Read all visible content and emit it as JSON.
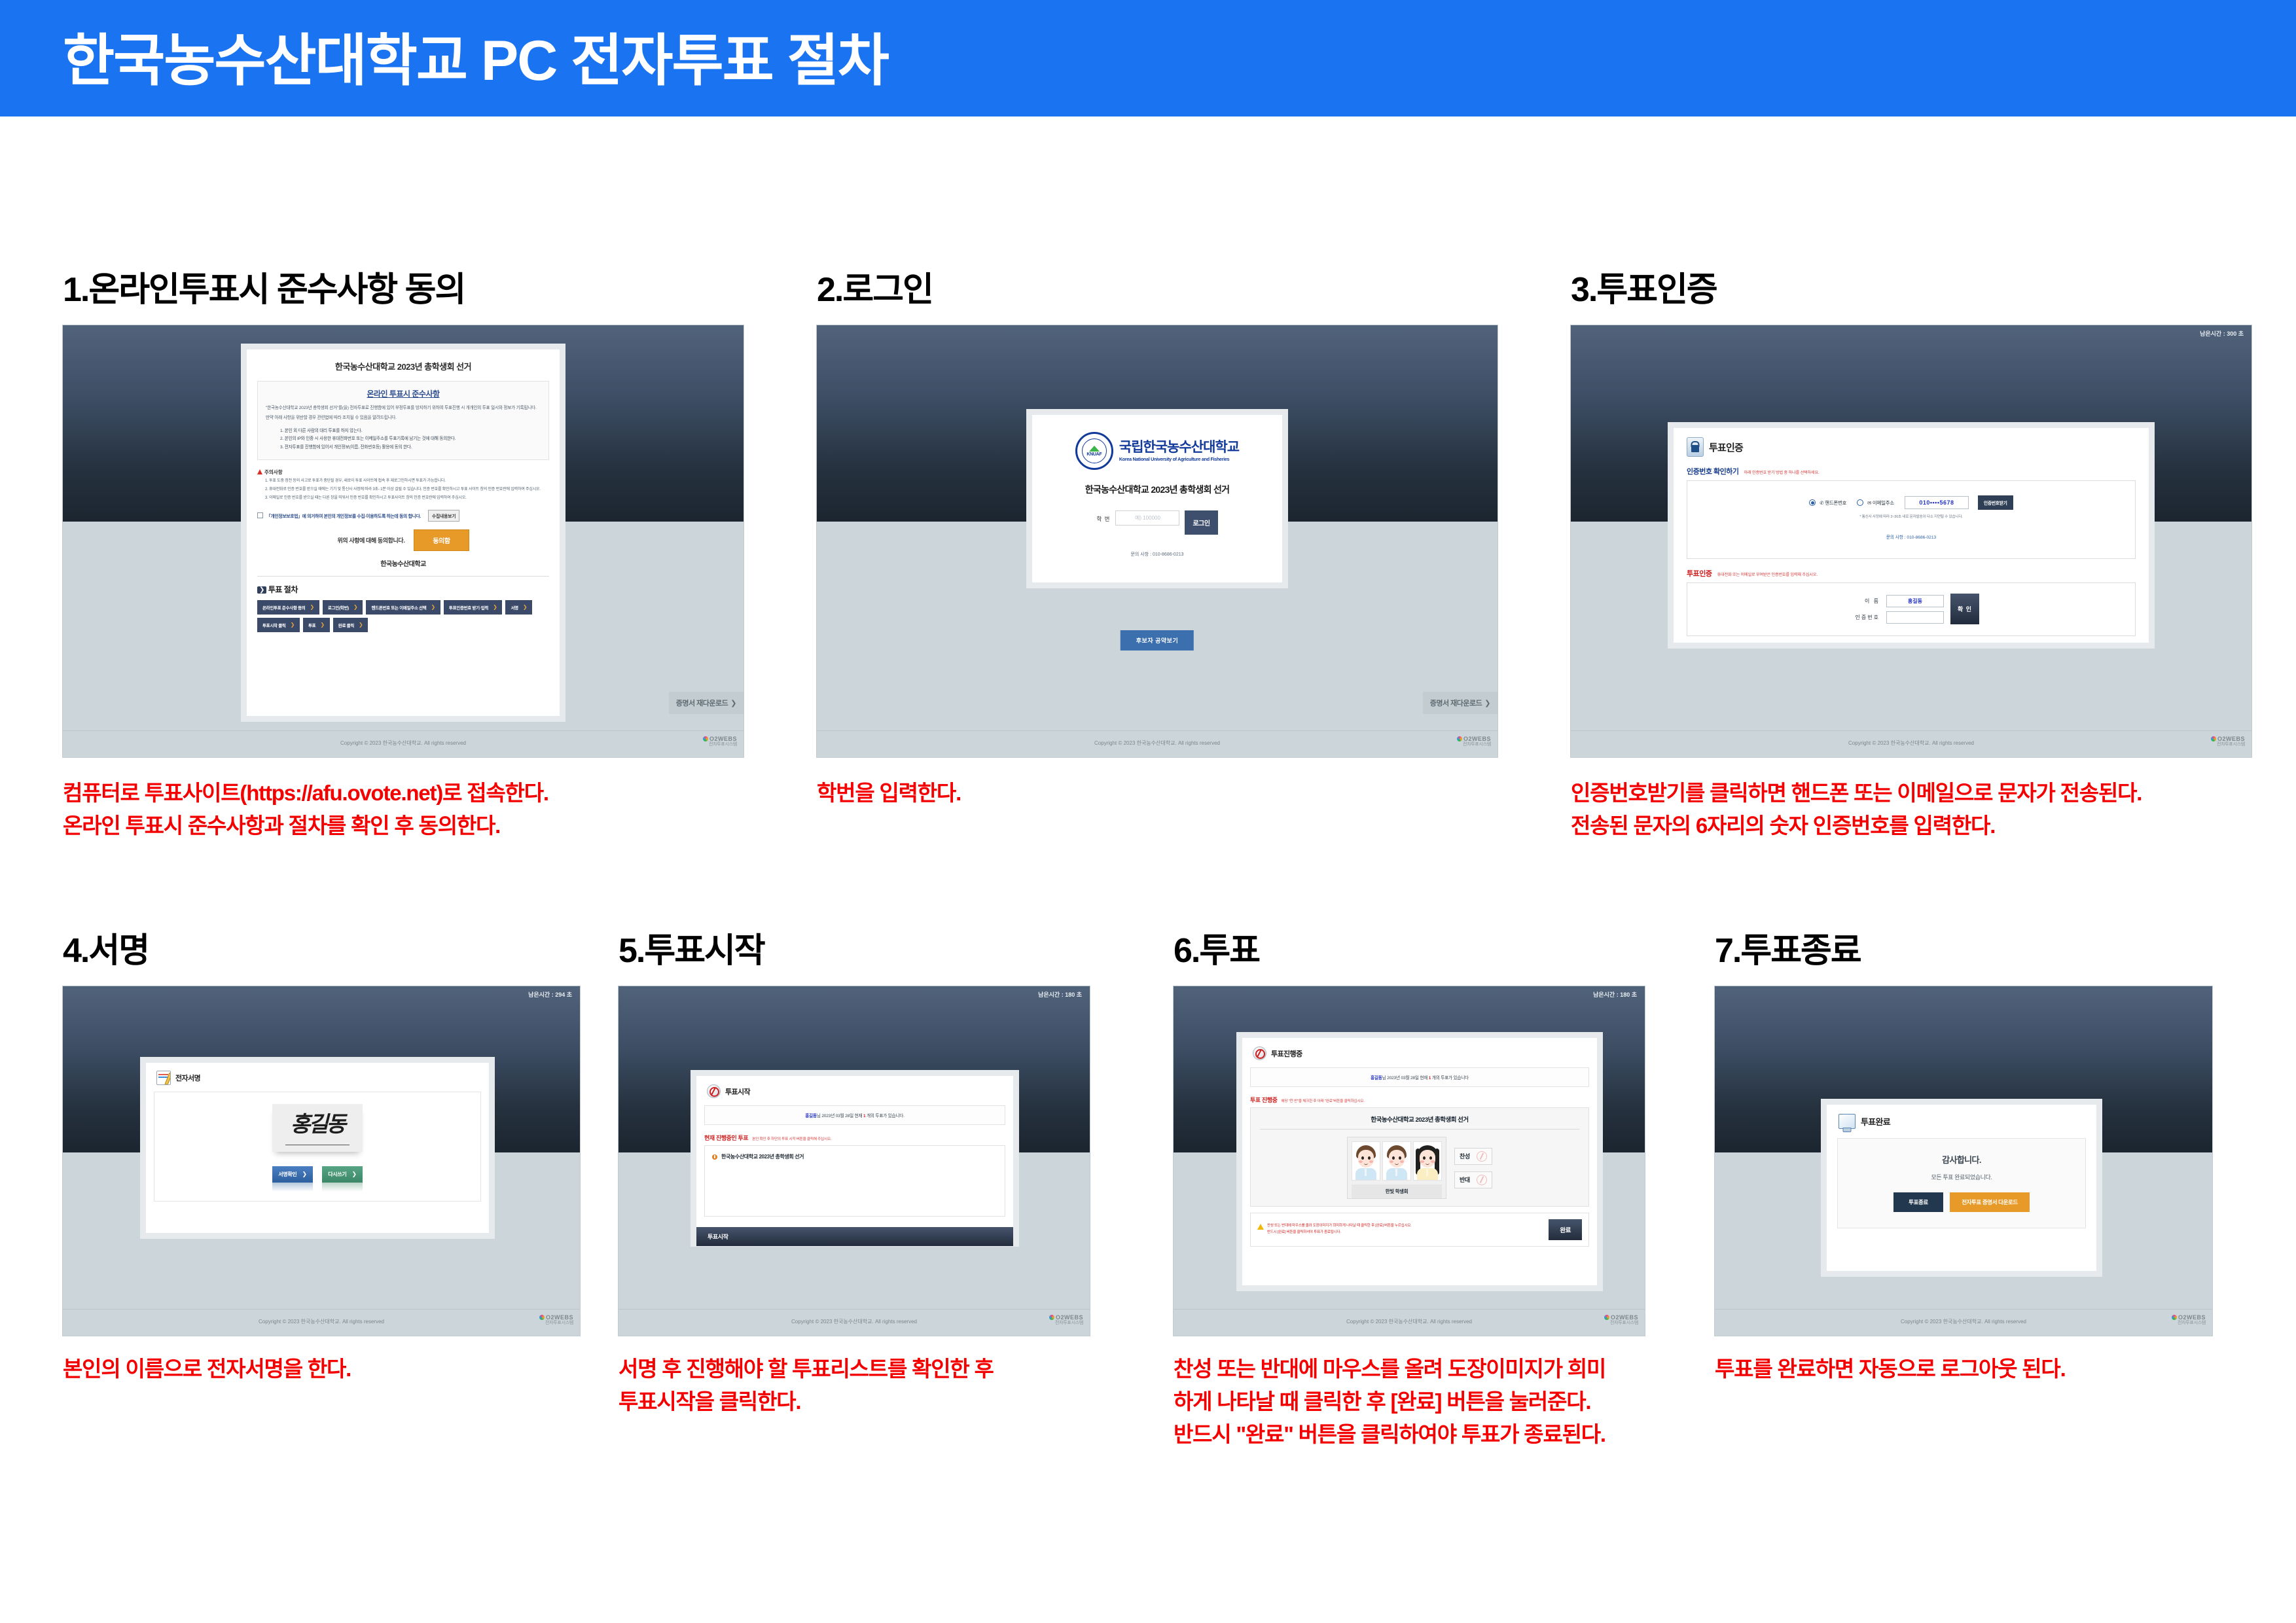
{
  "header": {
    "title": "한국농수산대학교 PC 전자투표 절차",
    "bg_color": "#1a73f0",
    "text_color": "#ffffff"
  },
  "common": {
    "copyright": "Copyright © 2023 한국농수산대학교. All rights reserved",
    "vendor_logo_main": "O2WEBS",
    "vendor_logo_sub": "전자투표시스템",
    "redownload_label": "증명서 재다운로드",
    "chevron": "❯",
    "election_title": "한국농수산대학교 2023년 총학생회 선거",
    "caption_color": "#f40000"
  },
  "steps": [
    {
      "id": "step1",
      "title": "1.온라인투표시 준수사항 동의",
      "caption": "컴퓨터로 투표사이트(https://afu.ovote.net)로 접속한다.\n온라인 투표시 준수사항과 절차를 확인 후 동의한다.",
      "screen": {
        "heading": "한국농수산대학교 2023년 총학생회 선거",
        "terms_title": "온라인 투표시 준수사항",
        "terms_p1": "\"한국농수산대학교 2023년 총학생회 선거\"를(을) 전자투표로 진행함에 있어 부정투표를 방지하기 위하여 투표진행 시 개개인의 투표 일시와 정보가 기록됩니다.",
        "terms_p2": "만약 아래 사항을 위반할 경우 관련법에 따라 조치될 수 있음을 알려드립니다.",
        "terms_items": [
          "1. 본인 외 다른 사람의 대리 투표를 하지 않는다.",
          "2. 본인의 IP와 인증 시 사용한 휴대전화번호 또는 이메일주소를 투표기록에 남기는 것에 대해 동의한다.",
          "3. 전자투표를 진행함에 있어서 개인정보(이름, 전화번호등) 활용에 동의 한다."
        ],
        "caution_title": "주의사항",
        "caution_items": [
          "1. 투표 도중 정전 등의 사고로 투표가 중단될 경우, 새로이 투표 사이트에 접속 후 재로그인하시면 투표가 가능합니다.",
          "2. 휴대전화로 인증 번호를 받으실 때에는 기기 및 통신사 사정에 따라 3초- 1분 이상 걸릴 수 있습니다.  인증 번호를 확인하시고 투표 사이트 창의 인증 번호란에 입력하여 주십시오.",
          "3. 이메일로 인증 번호를 받으실 때는 다른 창을 띄워서 인증 번호를 확인하시고 투표사이트 창의 인증 번호란에 입력하여 주십시오."
        ],
        "privacy_agree_text": "「개인정보보호법」에 의거하여 본인의 개인정보를 수집·이용하도록 하는데 동의 합니다.",
        "collect_view_btn": "수집내용보기",
        "confirm_text": "위의 사항에 대해 동의합니다.",
        "agree_btn": "동의함",
        "university": "한국농수산대학교",
        "process_title": "투표 절차",
        "process_chips": [
          "온라인투표 준수사항 동의",
          "로그인(학번)",
          "핸드폰번호 또는 이메일주소 선택",
          "투표인증번호 받기·입력",
          "서명",
          "투표시작 클릭",
          "투표",
          "완료 클릭"
        ]
      }
    },
    {
      "id": "step2",
      "title": "2.로그인",
      "caption": "학번을 입력한다.",
      "screen": {
        "logo_badge": "KNUAF",
        "logo_name_ko": "국립한국농수산대학교",
        "logo_name_en": "Korea National University of Agriculture and Fisheries",
        "election_title": "한국농수산대학교 2023년 총학생회 선거",
        "student_id_label": "학 번",
        "student_id_placeholder": "예) 100000",
        "login_btn": "로그인",
        "contact": "문의 사항 : 010-8686-0213",
        "pledge_btn": "후보자 공약보기"
      }
    },
    {
      "id": "step3",
      "title": "3.투표인증",
      "caption": "인증번호받기를 클릭하면 핸드폰 또는 이메일으로 문자가 전송된다.\n전송된 문자의 6자리의 숫자 인증번호를 입력한다.",
      "screen": {
        "timer": "남은시간 : 300 초",
        "head_title": "투표인증",
        "sec1_title": "인증번호 확인하기",
        "sec1_desc": "아래 인증번호 받기 방법 중 하나를 선택하세요.",
        "radio_phone": "핸드폰번호",
        "radio_email": "이메일주소",
        "phone_value": "010••••5678",
        "get_code_btn": "인증번호받기",
        "note": "* 통신사 사정에 따라 3~30초 내로 문자발송이 다소 지연될 수 있습니다.",
        "inquiry": "문의 사항 : 010-8686-0213",
        "sec2_title": "투표인증",
        "sec2_desc": "휴대전화 또는 이메일로 부여받은 인증번호를 입력해 주십시오.",
        "name_label": "이   름",
        "name_value": "홍길동",
        "code_label": "인증번호",
        "code_value": "",
        "ok_btn": "확 인"
      }
    },
    {
      "id": "step4",
      "title": "4.서명",
      "caption": "본인의 이름으로 전자서명을 한다.",
      "screen": {
        "timer": "남은시간 : 294 초",
        "head_title": "전자서명",
        "signature": "홍길동",
        "confirm_btn": "서명확인",
        "rewrite_btn": "다시쓰기"
      }
    },
    {
      "id": "step5",
      "title": "5.투표시작",
      "caption": "서명 후 진행해야 할 투표리스트를 확인한 후\n투표시작을 클릭한다.",
      "screen": {
        "timer": "남은시간 : 180 초",
        "head_title": "투표시작",
        "greeting_name": "홍길동",
        "greeting_rest1": "님 2023년 03월 28일 현재 ",
        "greeting_count": "1",
        "greeting_rest2": " 개의 투표가 있습니다.",
        "sec_title": "현재 진행중인 투표",
        "sec_desc": "본인 확인 후 하단의 투표 시작 버튼을 클릭해 주십시오.",
        "list_item": "한국농수산대학교 2023년 총학생회 선거",
        "start_btn": "투표시작"
      }
    },
    {
      "id": "step6",
      "title": "6.투표",
      "caption": "찬성 또는 반대에 마우스를 올려 도장이미지가 희미\n하게 나타날 때 클릭한 후 [완료] 버튼을 눌러준다.\n반드시 \"완료\" 버튼을 클릭하여야 투표가 종료된다.",
      "screen": {
        "timer": "남은시간 : 180 초",
        "head_title": "투표진행중",
        "greeting_name": "홍길동",
        "greeting_rest1": "님 2023년 03월 28일 현재 ",
        "greeting_count": "1",
        "greeting_rest2": " 개의 투표가 있습니다",
        "sec_title": "투표 진행중",
        "sec_desc": "해당 \"찬·반\"을 체크한 후 아래 \"완료\"버튼을 클릭하십시오.",
        "ballot_title": "한국농수산대학교 2023년 총학생회 선거",
        "party_name": "한빛 학생회",
        "option_yes": "찬성",
        "option_no": "반대",
        "warn_line1": "찬성 또는 반대에 마우스를 올려 도장이미지가 희미하게 나타날 때 클릭한 후 [완료] 버튼을 누르십시오.",
        "warn_line2": "반드시 [완료] 버튼을 클릭하셔야 투표가 종료됩니다.",
        "done_btn": "완료"
      }
    },
    {
      "id": "step7",
      "title": "7.투표종료",
      "caption": "투표를 완료하면 자동으로 로그아웃 된다.",
      "screen": {
        "head_title": "투표완료",
        "thanks": "감사합니다.",
        "sub": "모든 투표 완료되었습니다.",
        "end_btn": "투표종료",
        "cert_btn": "전자투표 증명서 다운로드"
      }
    }
  ]
}
